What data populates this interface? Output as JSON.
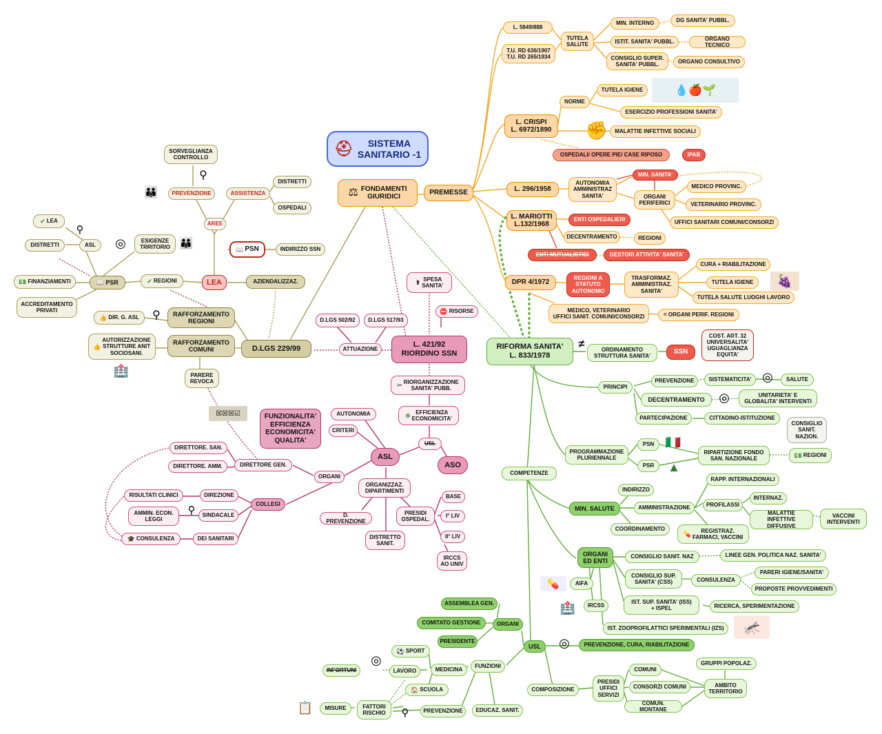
{
  "root": "SISTEMA\nSANITARIO -1",
  "nodes": {
    "fondamenti": "FONDAMENTI\nGIURIDICI",
    "premesse": "PREMESSE",
    "l5849": "L. 5849/888",
    "tu": "T.U. RD 636/1907\nT.U. RD 265/1934",
    "tutela_salute": "TUTELA\nSALUTE",
    "min_interno": "MIN. INTERNO",
    "dg_sanita": "DG SANITA' PUBBL.",
    "istit_sanita": "ISTIT. SANITA' PUBBL.",
    "organo_tecnico": "ORGANO TECNICO",
    "consiglio_super": "CONSIGLIO SUPER.\nSANITA' PUBBL.",
    "organo_consultivo": "ORGANO CONSULTIVO",
    "norme": "NORME",
    "tutela_igiene": "TUTELA IGIENE",
    "esercizio": "ESERCIZIO PROFESSIONI SANITA'",
    "l_crispi": "L. CRISPI\nL. 6972/1890",
    "malattie_inf_soc": "MALATTIE INFETTIVE SOCIALI",
    "ospedali_opere": "OSPEDALI/ OPERE PIE/ CASE RIPOSO",
    "ipab": "IPAB",
    "l296": "L. 296/1958",
    "autonomia_amm": "AUTONOMIA\nAMMINISTRAZ\nSANITA'",
    "min_sanita": "MIN. SANITA'",
    "organi_periferici": "ORGANI\nPERIFERICI",
    "medico_provinc": "MEDICO PROVINC.",
    "veterinario_provinc": "VETERINARIO PROVINC.",
    "uffici_sanitari": "UFFICI SANITARI COMUNI/CONSORZI",
    "l_mariotti": "L. MARIOTTI\nL.132/1968",
    "enti_ospedalieri": "ENTI OSPEDALIERI",
    "decentramento_1": "DECENTRAMENTO",
    "regioni_1": "REGIONI",
    "enti_mutualistici": "ENTI MUTUALISTICI",
    "gestori": "GESTORI ATTIVITA' SANITA'",
    "dpr4": "DPR 4/1972",
    "regioni_statuto": "REGIONI A\nSTATUTO\nAUTONOMO",
    "trasformaz": "TRASFORMAZ.\nAMMINISTRAZ.\nSANITA'",
    "cura_riab": "CURA + RIABILITAZIONE",
    "tutela_igiene_2": "TUTELA IGIENE",
    "tutela_luoghi": "TUTELA SALUTE LUOGHI LAVORO",
    "medico_vet": "MEDICO, VETERINARIO\nUFFICI SANIT. COMUNI/CONSORZI",
    "organi_perif_regioni": "= ORGANI PERIF. REGIONI",
    "riforma": "RIFORMA SANITA'\nL. 833/1978",
    "ordinamento": "ORDINAMENTO\nSTRUTTURA SANITA'",
    "neq": "≠",
    "ssn": "SSN",
    "cost32": "COST. ART. 32\nUNIVERSALITA'\nUGUAGLIANZA\nEQUITA'",
    "principi": "PRINCIPI",
    "prevenzione_p": "PREVENZIONE",
    "sistematicita": "SISTEMATICITA'",
    "salute": "SALUTE",
    "decentramento_2": "DECENTRAMENTO",
    "unitarieta": "UNITARIETA' E\nGLOBALITA' INTERVENTI",
    "partecipazione": "PARTECIPAZIONE",
    "cittadino": "CITTADINO-ISTITUZIONE",
    "programmazione": "PROGRAMMAZIONE\nPLURIENNALE",
    "psn_g": "PSN",
    "psr_g": "PSR",
    "ripartizione": "RIPARTIZIONE FONDO\nSAN. NAZIONALE",
    "consiglio_sanit": "CONSIGLIO\nSANIT.\nNAZION.",
    "regioni_g": "REGIONI",
    "competenze": "COMPETENZE",
    "min_salute": "MIN. SALUTE",
    "indirizzo": "INDIRIZZO",
    "amministrazione": "AMMINISTRAZIONE",
    "coordinamento": "COORDINAMENTO",
    "rapp_internaz": "RAPP. INTERNAZIONALI",
    "profilassi": "PROFILASSI",
    "internaz": "INTERNAZ.",
    "malattie_inf_diff": "MALATTIE INFETTIVE\nDIFFUSIVE",
    "vaccini": "VACCINI\nINTERVENTI",
    "registraz": "REGISTRAZ.\nFARMACI, VACCINI",
    "organi_enti": "ORGANI\nED ENTI",
    "consiglio_naz": "CONSIGLIO SANIT. NAZ",
    "linee_gen": "LINEE GEN. POLITICA NAZ. SANITA'",
    "consiglio_css": "CONSIGLIO SUP.\nSANITA' (CSS)",
    "consulenza_g": "CONSULENZA",
    "pareri": "PARERI IGIENE/SANITA'",
    "proposte": "PROPOSTE PROVVEDIMENTI",
    "aifa": "AIFA",
    "iss": "IST. SUP. SANITA' (ISS)\n+ ISPEL",
    "ricerca": "RICERCA, SPERIMENTAZIONE",
    "irccs_g": "IRCSS",
    "izs": "IST. ZOOPROFILATTICI SPERIMENTALI (IZS)",
    "usl_g": "USL",
    "prev_cura": "PREVENZIONE, CURA, RIABILITAZIONE",
    "composizione": "COMPOSIZIONE",
    "presidi_uffici": "PRESIDI\nUFFICI\nSERVIZI",
    "comuni": "COMUNI",
    "consorzi_comuni": "CONSORZI COMUNI",
    "comun_montane": "COMUN. MONTANE",
    "gruppi_popolaz": "GRUPPI POPOLAZ.",
    "ambito": "AMBITO\nTERRITORIO",
    "organi_usl": "ORGANI",
    "assemblea": "ASSEMBLEA GEN.",
    "comitato": "COMITATO GESTIONE",
    "presidente": "PRESIDENTE",
    "funzioni": "FUNZIONI",
    "medicina": "MEDICINA",
    "sport": "SPORT",
    "lavoro": "LAVORO",
    "infortuni": "INFORTUNI",
    "scuola": "SCUOLA",
    "fattori": "FATTORI\nRISCHIO",
    "misure": "MISURE",
    "prevenzione_usl": "PREVENZIONE",
    "educaz": "EDUCAZ. SANIT.",
    "l421": "L. 421/92\nRIORDINO SSN",
    "spesa": "SPESA\nSANITA'",
    "risorse": "RISORSE",
    "dlgs502": "D.LGS 502/92",
    "dlgs517": "D.LGS 517/93",
    "attuazione": "ATTUAZIONE",
    "riorganizzazione": "RIORGANIZZAZIONE\nSANITA' PUBB.",
    "efficienza": "EFFICIENZA\nECONOMICITA'",
    "usl_p": "USL",
    "asl": "ASL",
    "aso": "ASO",
    "funzionalita": "FUNZIONALITA'\nEFFICIENZA\nECONOMICITA'\nQUALITA'",
    "autonomia_p": "AUTONOMIA",
    "criteri": "CRITERI",
    "organi_p": "ORGANI",
    "direttore_gen": "DIRETTORE GEN.",
    "direttore_san": "DIRETTORE. SAN.",
    "direttore_amm": "DIRETTORE. AMM.",
    "collegi": "COLLEGI",
    "direzione": "DIREZIONE",
    "sindacale": "SINDACALE",
    "dei_sanitari": "DEI SANITARI",
    "risultati": "RISULTATI CLINICI",
    "ammin_econ": "AMMIN. ECON.\nLEGGI",
    "consulenza_p": "CONSULENZA",
    "organizzaz": "ORGANIZZAZ.\nDIPARTIMENTI",
    "d_prevenzione": "D. PREVENZIONE",
    "distretto_sanit": "DISTRETTO\nSANIT.",
    "presidi_osp": "PRESIDI\nOSPEDAL.",
    "base": "BASE",
    "i_liv": "I° LIV",
    "ii_liv": "II° LIV",
    "irccs_p": "IRCCS\nAO UNIV",
    "dlgs229": "D.LGS 229/99",
    "rafforz_regioni": "RAFFORZAMENTO\nREGIONI",
    "rafforz_comuni": "RAFFORZAMENTO\nCOMUNI",
    "dir_g_asl": "DIR. G. ASL",
    "autorizzazione": "AUTORIZZAZIONE\nSTRUTTURE ANIT\nSOCIOSANI.",
    "parere": "PARERE\nREVOCA",
    "aziendalizzaz": "AZIENDALIZZAZ.",
    "lea": "LEA",
    "psn_o": "PSN",
    "indirizzo_ssn": "INDIRIZZO SSN",
    "aree": "AREE",
    "prevenzione_o": "PREVENZIONE",
    "assistenza": "ASSISTENZA",
    "sorveglianza": "SORVEGLIANZA\nCONTROLLO",
    "distretti_o": "DISTRETTI",
    "ospedali_o": "OSPEDALI",
    "regioni_o": "REGIONI",
    "psr_o": "PSR",
    "esigenze": "ESIGENZE\nTRRITORIO",
    "asl_o": "ASL",
    "lea_small": "LEA",
    "distretti_small": "DISTRETTI",
    "finanziamenti": "FINANZIAMENTI",
    "accreditamento": "ACCREDITAMENTO\nPRIVATI"
  },
  "colors": {
    "orange": "#f5a623",
    "green": "#7dc24b",
    "pink": "#d04c7e",
    "olive": "#a89e58",
    "red": "#e0442f",
    "blue": "#4667d6"
  },
  "icons": {
    "root": "hospital-icon",
    "fondamenti": "scales-icon"
  }
}
